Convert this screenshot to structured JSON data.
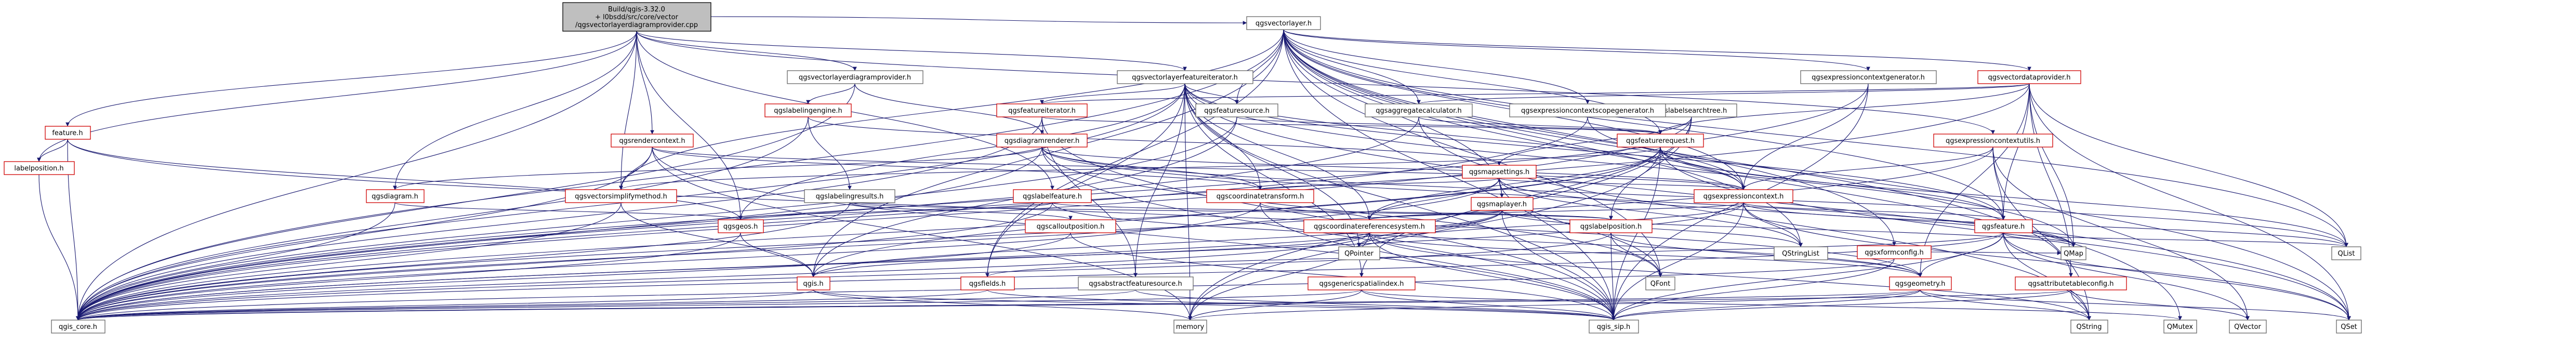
{
  "page": {
    "background": "#ffffff",
    "edge_color": "#191970",
    "node_border": "#666666",
    "red_border": "#d00000",
    "root_fill": "#bfbfbf"
  },
  "nodes": [
    {
      "id": "root",
      "style": "root",
      "lines": [
        "Build/qgis-3.32.0",
        "+ l0bsdd/src/core/vector",
        "/qgsvectorlayerdiagramprovider.cpp"
      ]
    },
    {
      "id": "qgsvectorlayer",
      "style": "plain",
      "lines": [
        "qgsvectorlayer.h"
      ]
    },
    {
      "id": "provider_h",
      "style": "plain",
      "lines": [
        "qgsvectorlayerdiagramprovider.h"
      ]
    },
    {
      "id": "fiter_vl",
      "style": "plain",
      "lines": [
        "qgsvectorlayerfeatureiterator.h"
      ]
    },
    {
      "id": "ctxgen",
      "style": "plain",
      "lines": [
        "qgsexpressioncontextgenerator.h"
      ]
    },
    {
      "id": "vdp",
      "style": "red",
      "lines": [
        "qgsvectordataprovider.h"
      ]
    },
    {
      "id": "labelingengine",
      "style": "red",
      "lines": [
        "qgslabelingengine.h"
      ]
    },
    {
      "id": "fiter",
      "style": "red",
      "lines": [
        "qgsfeatureiterator.h"
      ]
    },
    {
      "id": "fsource",
      "style": "plain",
      "lines": [
        "qgsfeaturesource.h"
      ]
    },
    {
      "id": "aggcalc",
      "style": "plain",
      "lines": [
        "qgsaggregatecalculator.h"
      ]
    },
    {
      "id": "lsearch",
      "style": "plain",
      "lines": [
        "qgslabelsearchtree.h"
      ]
    },
    {
      "id": "scopegen",
      "style": "plain",
      "lines": [
        "qgsexpressioncontextscopegenerator.h"
      ]
    },
    {
      "id": "feature_h",
      "style": "red",
      "lines": [
        "feature.h"
      ]
    },
    {
      "id": "labelposition_h",
      "style": "red",
      "lines": [
        "labelposition.h"
      ]
    },
    {
      "id": "rctx",
      "style": "red",
      "lines": [
        "qgsrendercontext.h"
      ]
    },
    {
      "id": "diagrend",
      "style": "red",
      "lines": [
        "qgsdiagramrenderer.h"
      ]
    },
    {
      "id": "freq",
      "style": "red",
      "lines": [
        "qgsfeaturerequest.h"
      ]
    },
    {
      "id": "ctxutils",
      "style": "red",
      "lines": [
        "qgsexpressioncontextutils.h"
      ]
    },
    {
      "id": "diagram",
      "style": "red",
      "lines": [
        "qgsdiagram.h"
      ]
    },
    {
      "id": "simplify",
      "style": "red",
      "lines": [
        "qgsvectorsimplifymethod.h"
      ]
    },
    {
      "id": "lresults",
      "style": "plain",
      "lines": [
        "qgslabelingresults.h"
      ]
    },
    {
      "id": "lfeature",
      "style": "red",
      "lines": [
        "qgslabelfeature.h"
      ]
    },
    {
      "id": "ctrans",
      "style": "red",
      "lines": [
        "qgscoordinatetransform.h"
      ]
    },
    {
      "id": "msettings",
      "style": "red",
      "lines": [
        "qgsmapsettings.h"
      ]
    },
    {
      "id": "maplayer",
      "style": "red",
      "lines": [
        "qgsmaplayer.h"
      ]
    },
    {
      "id": "ectx",
      "style": "red",
      "lines": [
        "qgsexpressioncontext.h"
      ]
    },
    {
      "id": "geos",
      "style": "red",
      "lines": [
        "qgsgeos.h"
      ]
    },
    {
      "id": "calloutpos",
      "style": "red",
      "lines": [
        "qgscalloutposition.h"
      ]
    },
    {
      "id": "crs",
      "style": "red",
      "lines": [
        "qgscoordinatereferencesystem.h"
      ]
    },
    {
      "id": "lpos",
      "style": "red",
      "lines": [
        "qgslabelposition.h"
      ]
    },
    {
      "id": "qgsfeature",
      "style": "red",
      "lines": [
        "qgsfeature.h"
      ]
    },
    {
      "id": "xform",
      "style": "red",
      "lines": [
        "qgsxformconfig.h"
      ]
    },
    {
      "id": "qgis_h",
      "style": "red",
      "lines": [
        "qgis.h"
      ]
    },
    {
      "id": "fields",
      "style": "red",
      "lines": [
        "qgsfields.h"
      ]
    },
    {
      "id": "absrc",
      "style": "plain",
      "lines": [
        "qgsabstractfeaturesource.h"
      ]
    },
    {
      "id": "spidx",
      "style": "red",
      "lines": [
        "qgsgenericspatialindex.h"
      ]
    },
    {
      "id": "qgeom",
      "style": "red",
      "lines": [
        "qgsgeometry.h"
      ]
    },
    {
      "id": "attrcfg",
      "style": "red",
      "lines": [
        "qgsattributetableconfig.h"
      ]
    },
    {
      "id": "qpointer",
      "style": "plain",
      "lines": [
        "QPointer"
      ]
    },
    {
      "id": "qstringlist",
      "style": "plain",
      "lines": [
        "QStringList"
      ]
    },
    {
      "id": "qfont",
      "style": "plain",
      "lines": [
        "QFont"
      ]
    },
    {
      "id": "qmap",
      "style": "plain",
      "lines": [
        "QMap"
      ]
    },
    {
      "id": "qlist",
      "style": "plain",
      "lines": [
        "QList"
      ]
    },
    {
      "id": "core",
      "style": "plain",
      "lines": [
        "qgis_core.h"
      ]
    },
    {
      "id": "memory",
      "style": "plain",
      "lines": [
        "memory"
      ]
    },
    {
      "id": "sip",
      "style": "plain",
      "lines": [
        "qgis_sip.h"
      ]
    },
    {
      "id": "qstring",
      "style": "plain",
      "lines": [
        "QString"
      ]
    },
    {
      "id": "qmutex",
      "style": "plain",
      "lines": [
        "QMutex"
      ]
    },
    {
      "id": "qvector",
      "style": "plain",
      "lines": [
        "QVector"
      ]
    },
    {
      "id": "qset",
      "style": "plain",
      "lines": [
        "QSet"
      ]
    }
  ],
  "edges": [
    [
      "root",
      "qgsvectorlayer"
    ],
    [
      "root",
      "provider_h"
    ],
    [
      "root",
      "fiter_vl"
    ],
    [
      "root",
      "feature_h"
    ],
    [
      "root",
      "labelposition_h"
    ],
    [
      "root",
      "rctx"
    ],
    [
      "root",
      "diagram"
    ],
    [
      "root",
      "geos"
    ],
    [
      "root",
      "ctxutils"
    ],
    [
      "root",
      "lfeature"
    ],
    [
      "root",
      "simplify"
    ],
    [
      "root",
      "core"
    ],
    [
      "qgsvectorlayer",
      "ctxgen"
    ],
    [
      "qgsvectorlayer",
      "vdp"
    ],
    [
      "qgsvectorlayer",
      "fsource"
    ],
    [
      "qgsvectorlayer",
      "aggcalc"
    ],
    [
      "qgsvectorlayer",
      "scopegen"
    ],
    [
      "qgsvectorlayer",
      "freq"
    ],
    [
      "qgsvectorlayer",
      "maplayer"
    ],
    [
      "qgsvectorlayer",
      "ectx"
    ],
    [
      "qgsvectorlayer",
      "qgsfeature"
    ],
    [
      "qgsvectorlayer",
      "xform"
    ],
    [
      "qgsvectorlayer",
      "attrcfg"
    ],
    [
      "qgsvectorlayer",
      "fields"
    ],
    [
      "qgsvectorlayer",
      "simplify"
    ],
    [
      "qgsvectorlayer",
      "core"
    ],
    [
      "qgsvectorlayer",
      "sip"
    ],
    [
      "qgsvectorlayer",
      "qset"
    ],
    [
      "qgsvectorlayer",
      "qlist"
    ],
    [
      "qgsvectorlayer",
      "qstringlist"
    ],
    [
      "qgsvectorlayer",
      "qfont"
    ],
    [
      "qgsvectorlayer",
      "qmutex"
    ],
    [
      "qgsvectorlayer",
      "qgis_h"
    ],
    [
      "provider_h",
      "labelingengine"
    ],
    [
      "provider_h",
      "diagrend"
    ],
    [
      "provider_h",
      "core"
    ],
    [
      "labelingengine",
      "msettings"
    ],
    [
      "labelingengine",
      "core"
    ],
    [
      "labelingengine",
      "lresults"
    ],
    [
      "fiter_vl",
      "fiter"
    ],
    [
      "fiter_vl",
      "fsource"
    ],
    [
      "fiter_vl",
      "ectx"
    ],
    [
      "fiter_vl",
      "ctrans"
    ],
    [
      "fiter_vl",
      "qgsfeature"
    ],
    [
      "fiter_vl",
      "fields"
    ],
    [
      "fiter_vl",
      "crs"
    ],
    [
      "fiter_vl",
      "qpointer"
    ],
    [
      "fiter_vl",
      "core"
    ],
    [
      "fiter_vl",
      "sip"
    ],
    [
      "fiter_vl",
      "memory"
    ],
    [
      "fiter_vl",
      "qset"
    ],
    [
      "fiter_vl",
      "qmap"
    ],
    [
      "fiter_vl",
      "absrc"
    ],
    [
      "fiter_vl",
      "spidx"
    ],
    [
      "fiter_vl",
      "geos"
    ],
    [
      "ctxgen",
      "ectx"
    ],
    [
      "ctxgen",
      "core"
    ],
    [
      "ctxgen",
      "sip"
    ],
    [
      "vdp",
      "qgsfeature"
    ],
    [
      "vdp",
      "fiter"
    ],
    [
      "vdp",
      "aggcalc"
    ],
    [
      "vdp",
      "core"
    ],
    [
      "vdp",
      "qset"
    ],
    [
      "vdp",
      "qmap"
    ],
    [
      "vdp",
      "qlist"
    ],
    [
      "vdp",
      "qgeom"
    ],
    [
      "vdp",
      "attrcfg"
    ],
    [
      "vdp",
      "freq"
    ],
    [
      "fiter",
      "freq"
    ],
    [
      "fiter",
      "core"
    ],
    [
      "fiter",
      "absrc"
    ],
    [
      "fiter",
      "sip"
    ],
    [
      "fsource",
      "freq"
    ],
    [
      "fsource",
      "core"
    ],
    [
      "fsource",
      "qgis_h"
    ],
    [
      "aggcalc",
      "freq"
    ],
    [
      "aggcalc",
      "core"
    ],
    [
      "aggcalc",
      "qstring"
    ],
    [
      "lsearch",
      "lpos"
    ],
    [
      "lsearch",
      "msettings"
    ],
    [
      "lsearch",
      "spidx"
    ],
    [
      "lsearch",
      "core"
    ],
    [
      "lsearch",
      "memory"
    ],
    [
      "scopegen",
      "ectx"
    ],
    [
      "scopegen",
      "core"
    ],
    [
      "feature_h",
      "labelposition_h"
    ],
    [
      "feature_h",
      "core"
    ],
    [
      "feature_h",
      "qgeom"
    ],
    [
      "feature_h",
      "geos"
    ],
    [
      "labelposition_h",
      "core"
    ],
    [
      "rctx",
      "simplify"
    ],
    [
      "rctx",
      "ctrans"
    ],
    [
      "rctx",
      "ectx"
    ],
    [
      "rctx",
      "core"
    ],
    [
      "rctx",
      "sip"
    ],
    [
      "rctx",
      "memory"
    ],
    [
      "diagrend",
      "diagram"
    ],
    [
      "diagrend",
      "ctrans"
    ],
    [
      "diagrend",
      "ectx"
    ],
    [
      "diagrend",
      "core"
    ],
    [
      "diagrend",
      "sip"
    ],
    [
      "diagrend",
      "qfont"
    ],
    [
      "diagrend",
      "qmap"
    ],
    [
      "diagrend",
      "qlist"
    ],
    [
      "freq",
      "ectx"
    ],
    [
      "freq",
      "crs"
    ],
    [
      "freq",
      "qgsfeature"
    ],
    [
      "freq",
      "sip"
    ],
    [
      "freq",
      "core"
    ],
    [
      "freq",
      "simplify"
    ],
    [
      "freq",
      "qlist"
    ],
    [
      "freq",
      "qset"
    ],
    [
      "freq",
      "memory"
    ],
    [
      "freq",
      "qgis_h"
    ],
    [
      "ctxutils",
      "ectx"
    ],
    [
      "ctxutils",
      "qgsfeature"
    ],
    [
      "ctxutils",
      "core"
    ],
    [
      "ctxutils",
      "qvector"
    ],
    [
      "ctxutils",
      "qstring"
    ],
    [
      "diagram",
      "core"
    ],
    [
      "diagram",
      "geos"
    ],
    [
      "simplify",
      "core"
    ],
    [
      "simplify",
      "qgis_h"
    ],
    [
      "lresults",
      "lpos"
    ],
    [
      "lresults",
      "calloutpos"
    ],
    [
      "lresults",
      "core"
    ],
    [
      "lfeature",
      "lpos"
    ],
    [
      "lfeature",
      "geos"
    ],
    [
      "lfeature",
      "core"
    ],
    [
      "lfeature",
      "qgeom"
    ],
    [
      "ctrans",
      "crs"
    ],
    [
      "ctrans",
      "core"
    ],
    [
      "ctrans",
      "sip"
    ],
    [
      "msettings",
      "ctrans"
    ],
    [
      "msettings",
      "crs"
    ],
    [
      "msettings",
      "maplayer"
    ],
    [
      "msettings",
      "ectx"
    ],
    [
      "msettings",
      "qstringlist"
    ],
    [
      "msettings",
      "qfont"
    ],
    [
      "msettings",
      "qmap"
    ],
    [
      "msettings",
      "core"
    ],
    [
      "maplayer",
      "crs"
    ],
    [
      "maplayer",
      "qgis_h"
    ],
    [
      "maplayer",
      "core"
    ],
    [
      "maplayer",
      "sip"
    ],
    [
      "maplayer",
      "qpointer"
    ],
    [
      "maplayer",
      "qstringlist"
    ],
    [
      "maplayer",
      "qmap"
    ],
    [
      "ectx",
      "qgsfeature"
    ],
    [
      "ectx",
      "core"
    ],
    [
      "ectx",
      "sip"
    ],
    [
      "ectx",
      "qset"
    ],
    [
      "ectx",
      "qstringlist"
    ],
    [
      "ectx",
      "qpointer"
    ],
    [
      "ectx",
      "qlist"
    ],
    [
      "ectx",
      "crs"
    ],
    [
      "geos",
      "core"
    ],
    [
      "geos",
      "qgis_h"
    ],
    [
      "calloutpos",
      "core"
    ],
    [
      "calloutpos",
      "sip"
    ],
    [
      "crs",
      "qgis_h"
    ],
    [
      "crs",
      "core"
    ],
    [
      "crs",
      "sip"
    ],
    [
      "crs",
      "memory"
    ],
    [
      "crs",
      "qgeom"
    ],
    [
      "crs",
      "qstring"
    ],
    [
      "lpos",
      "core"
    ],
    [
      "lpos",
      "sip"
    ],
    [
      "lpos",
      "qfont"
    ],
    [
      "lpos",
      "qgeom"
    ],
    [
      "qgsfeature",
      "qgeom"
    ],
    [
      "qgsfeature",
      "fields"
    ],
    [
      "qgsfeature",
      "core"
    ],
    [
      "qgsfeature",
      "sip"
    ],
    [
      "qgsfeature",
      "qmap"
    ],
    [
      "qgsfeature",
      "qlist"
    ],
    [
      "qgsfeature",
      "qvector"
    ],
    [
      "qgsfeature",
      "qset"
    ],
    [
      "qgsfeature",
      "qstring"
    ],
    [
      "xform",
      "core"
    ],
    [
      "xform",
      "sip"
    ],
    [
      "xform",
      "qmap"
    ],
    [
      "qgis_h",
      "core"
    ],
    [
      "qgis_h",
      "sip"
    ],
    [
      "qgis_h",
      "memory"
    ],
    [
      "fields",
      "core"
    ],
    [
      "fields",
      "sip"
    ],
    [
      "absrc",
      "core"
    ],
    [
      "absrc",
      "sip"
    ],
    [
      "spidx",
      "core"
    ],
    [
      "spidx",
      "sip"
    ],
    [
      "spidx",
      "memory"
    ],
    [
      "spidx",
      "qmutex"
    ],
    [
      "qgeom",
      "core"
    ],
    [
      "qgeom",
      "sip"
    ],
    [
      "qgeom",
      "memory"
    ],
    [
      "qgeom",
      "qstring"
    ],
    [
      "qgeom",
      "qset"
    ],
    [
      "attrcfg",
      "core"
    ],
    [
      "attrcfg",
      "sip"
    ],
    [
      "attrcfg",
      "qstring"
    ],
    [
      "attrcfg",
      "qvector"
    ]
  ]
}
